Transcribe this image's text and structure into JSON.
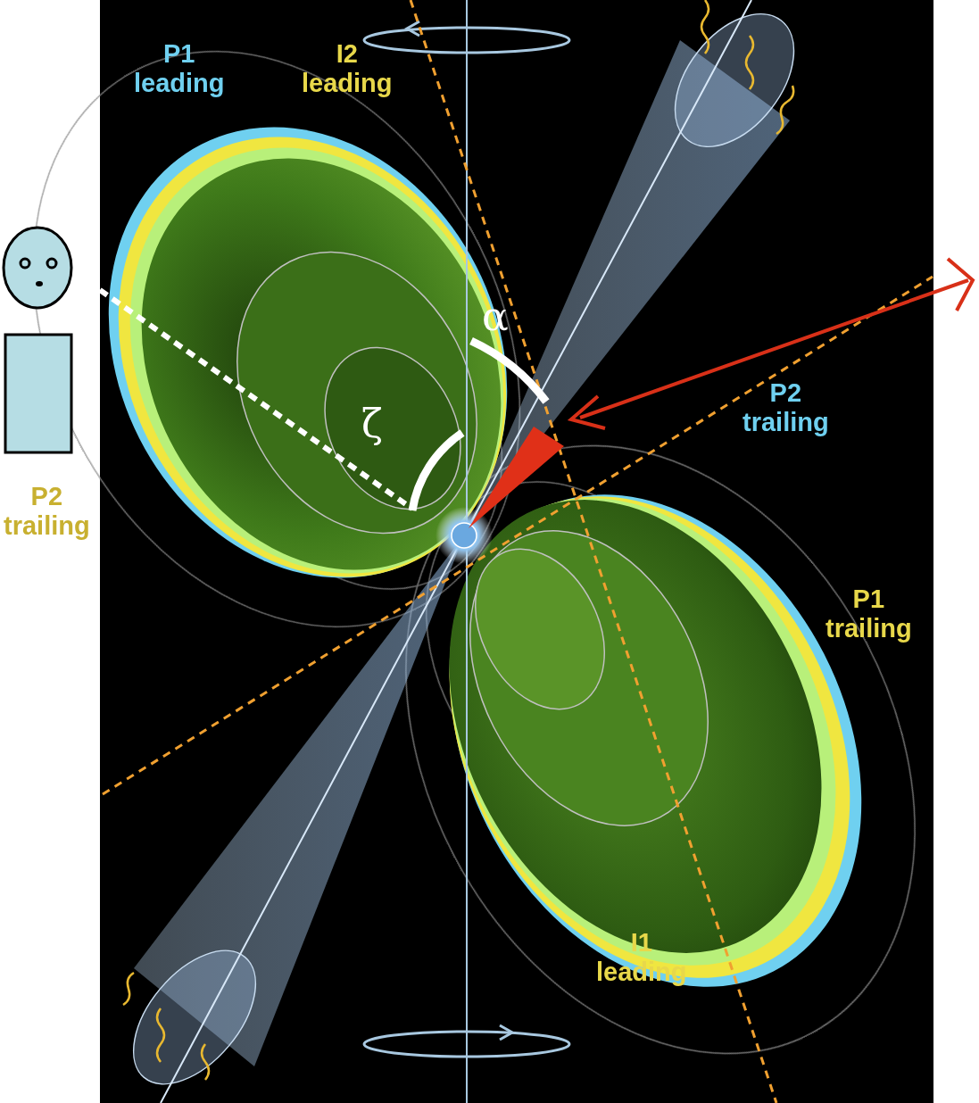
{
  "diagram": {
    "labels": [
      "P1 leading",
      "I2 leading",
      "α",
      "ζ",
      "P2 trailing",
      "P2 trailing",
      "P1 trailing",
      "I1 leading"
    ]
  }
}
